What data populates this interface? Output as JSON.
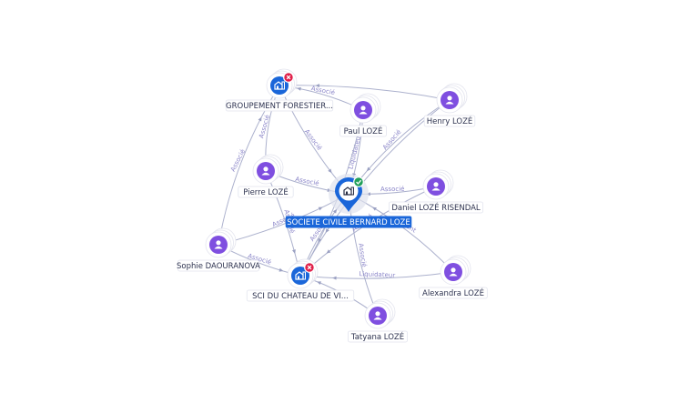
{
  "graph": {
    "center": {
      "id": "center",
      "label": "SOCIETE CIVILE BERNARD LOZE",
      "icon": "building-icon",
      "badge": "check-icon",
      "badge_color": "#22a05a",
      "color": "#1a66d9"
    },
    "nodes": [
      {
        "id": "gf",
        "type": "company",
        "label": "GROUPEMENT FORESTIER...",
        "badge": "close-icon",
        "badge_color": "#e0204a"
      },
      {
        "id": "sci",
        "type": "company",
        "label": "SCI DU CHATEAU DE VI...",
        "badge": "close-icon",
        "badge_color": "#e0204a"
      },
      {
        "id": "paul",
        "type": "person",
        "label": "Paul LOZÉ"
      },
      {
        "id": "henry",
        "type": "person",
        "label": "Henry LOZÉ"
      },
      {
        "id": "pierre",
        "type": "person",
        "label": "Pierre LOZÉ"
      },
      {
        "id": "daniel",
        "type": "person",
        "label": "Daniel LOZÉ RISENDAL"
      },
      {
        "id": "sophie",
        "type": "person",
        "label": "Sophie DAOURANOVA"
      },
      {
        "id": "alexandra",
        "type": "person",
        "label": "Alexandra LOZÉ"
      },
      {
        "id": "tatyana",
        "type": "person",
        "label": "Tatyana LOZÉ"
      }
    ],
    "edges": [
      {
        "from": "paul",
        "to": "gf",
        "label": "Associé"
      },
      {
        "from": "henry",
        "to": "gf",
        "label": ""
      },
      {
        "from": "pierre",
        "to": "gf",
        "label": "Associé"
      },
      {
        "from": "sophie",
        "to": "gf",
        "label": "Associé"
      },
      {
        "from": "gf",
        "to": "center",
        "label": "Associé"
      },
      {
        "from": "paul",
        "to": "center",
        "label": "Liquidateur"
      },
      {
        "from": "henry",
        "to": "center",
        "label": "Associé"
      },
      {
        "from": "pierre",
        "to": "center",
        "label": "Associé"
      },
      {
        "from": "daniel",
        "to": "center",
        "label": "Associé"
      },
      {
        "from": "sophie",
        "to": "center",
        "label": "Associé"
      },
      {
        "from": "alexandra",
        "to": "center",
        "label": "Gérant"
      },
      {
        "from": "tatyana",
        "to": "center",
        "label": "Associé"
      },
      {
        "from": "sci",
        "to": "center",
        "label": "Associé"
      },
      {
        "from": "sophie",
        "to": "sci",
        "label": "Associé"
      },
      {
        "from": "pierre",
        "to": "sci",
        "label": "Associé"
      },
      {
        "from": "tatyana",
        "to": "sci",
        "label": ""
      },
      {
        "from": "alexandra",
        "to": "sci",
        "label": "Liquidateur"
      },
      {
        "from": "daniel",
        "to": "sci",
        "label": "Associé"
      },
      {
        "from": "henry",
        "to": "sci",
        "label": ""
      },
      {
        "from": "paul",
        "to": "sci",
        "label": ""
      }
    ]
  },
  "icons": {
    "person": "person-icon",
    "company": "building-icon"
  }
}
